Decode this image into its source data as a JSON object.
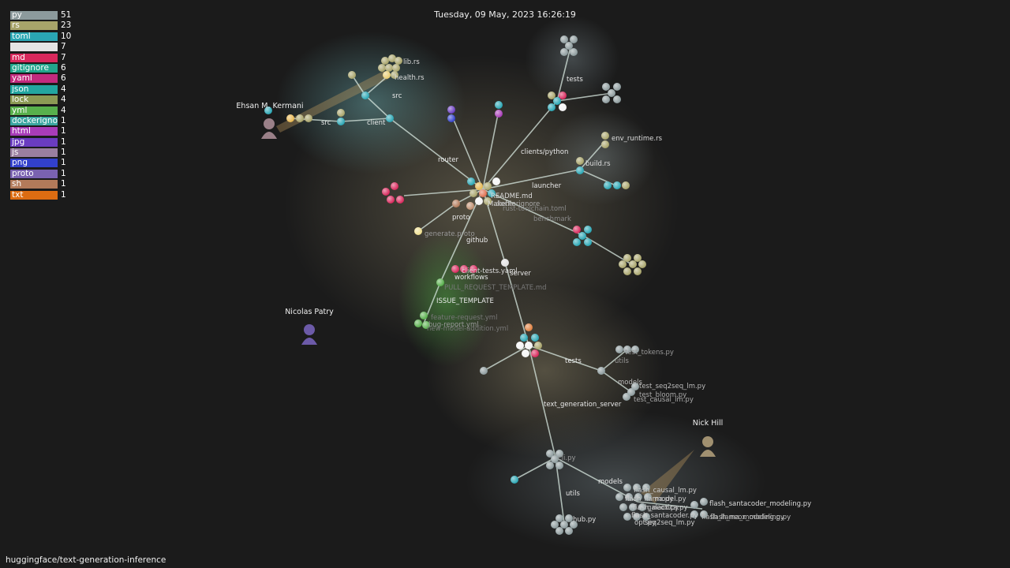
{
  "datetime": "Tuesday, 09 May, 2023 16:26:19",
  "repo": "huggingface/text-generation-inference",
  "legend": [
    {
      "ext": "py",
      "count": "51",
      "color": "#8c9a9c"
    },
    {
      "ext": "rs",
      "count": "23",
      "color": "#a8a46a"
    },
    {
      "ext": "toml",
      "count": "10",
      "color": "#2aa6b4"
    },
    {
      "ext": "",
      "count": "7",
      "color": "#e4e4e4"
    },
    {
      "ext": "md",
      "count": "7",
      "color": "#d8285c"
    },
    {
      "ext": "gitignore",
      "count": "6",
      "color": "#22a68c"
    },
    {
      "ext": "yaml",
      "count": "6",
      "color": "#c22a7e"
    },
    {
      "ext": "json",
      "count": "4",
      "color": "#22a6a0"
    },
    {
      "ext": "lock",
      "count": "4",
      "color": "#8c9a54"
    },
    {
      "ext": "yml",
      "count": "4",
      "color": "#58b04c"
    },
    {
      "ext": "dockerignore",
      "count": "1",
      "color": "#3aa6a0"
    },
    {
      "ext": "html",
      "count": "1",
      "color": "#a83cb8"
    },
    {
      "ext": "jpg",
      "count": "1",
      "color": "#6a3cc0"
    },
    {
      "ext": "js",
      "count": "1",
      "color": "#9a7fa0"
    },
    {
      "ext": "png",
      "count": "1",
      "color": "#3240cc"
    },
    {
      "ext": "proto",
      "count": "1",
      "color": "#7a62b0"
    },
    {
      "ext": "sh",
      "count": "1",
      "color": "#b27a5a"
    },
    {
      "ext": "txt",
      "count": "1",
      "color": "#dc6c12"
    }
  ],
  "users": [
    {
      "name": "Ehsan M. Kermani",
      "color": "#9a8088"
    },
    {
      "name": "Nicolas Patry",
      "color": "#6c5aa8"
    },
    {
      "name": "Nick Hill",
      "color": "#a09070"
    }
  ],
  "dirs": {
    "router": "router",
    "clients_python": "clients/python",
    "tests_top": "tests",
    "src": "src",
    "client": "client",
    "src2": "src",
    "launcher": "launcher",
    "proto": "proto",
    "github": "github",
    "server": "server",
    "workflows": "workflows",
    "issue_template": "ISSUE_TEMPLATE",
    "text_generation_server": "text_generation_server",
    "tests": "tests",
    "utils_tests": "utils",
    "models_tests": "models",
    "models": "models",
    "utils": "utils",
    "benchmark": "benchmark"
  },
  "files": {
    "lib_rs": "lib.rs",
    "health_rs": "health.rs",
    "env_runtime_rs": "env_runtime.rs",
    "build_rs": "build.rs",
    "readme_md": "README.md",
    "makefile": "Makefile",
    "dockerignore": ".dockerignore",
    "rust_toolchain": "rust-toolchain.toml",
    "generate_proto": "generate.proto",
    "client_tests_yaml": "client-tests.yaml",
    "pr_template": "PULL_REQUEST_TEMPLATE.md",
    "feature_request": "feature-request.yml",
    "bug_report": "bug-report.yml",
    "new_model": "new-model-addition.yml",
    "test_tokens": "test_tokens.py",
    "test_seq2seq": "test_seq2seq_lm.py",
    "test_bloom": "test_bloom.py",
    "test_causal": "test_causal_lm.py",
    "flash_santacoder": "flash_santacoder_modeling.py",
    "flash_llama": "flash_llama_modeling.py",
    "flash_neox": "flash_neox_modeling.py",
    "flash_causal": "flash_causal_lm.py",
    "flash_llama2": "flash_llama.py",
    "flash_neox2": "flash_neox.py",
    "flash_santa2": "flash_santacoder.py",
    "model_py": "model.py",
    "galactica": "galactica.py",
    "opt_py": "opt.py",
    "seq2seq": "seq2seq_lm.py",
    "hub_py": "hub.py",
    "cli_py": "cli.py"
  }
}
